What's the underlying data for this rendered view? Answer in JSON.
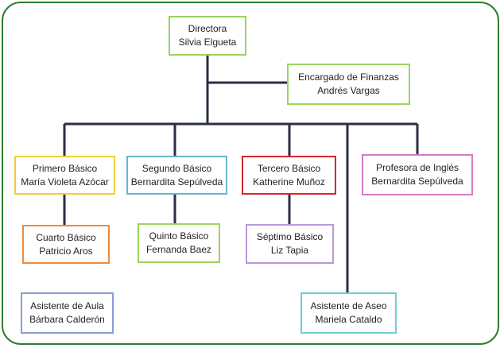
{
  "diagram": {
    "nodes": [
      {
        "id": "directora",
        "role": "Directora",
        "name": "Silvia Elgueta",
        "color": "#9ad45f"
      },
      {
        "id": "finanzas",
        "role": "Encargado de Finanzas",
        "name": "Andrés Vargas",
        "color": "#9ad45f"
      },
      {
        "id": "primero",
        "role": "Primero Básico",
        "name": "María Violeta Azócar",
        "color": "#f2cf3a"
      },
      {
        "id": "segundo",
        "role": "Segundo Básico",
        "name": "Bernardita Sepúlveda",
        "color": "#6bb3d6"
      },
      {
        "id": "tercero",
        "role": "Tercero Básico",
        "name": "Katherine Muñoz",
        "color": "#d9262b"
      },
      {
        "id": "ingles",
        "role": "Profesora de Inglés",
        "name": "Bernardita Sepúlveda",
        "color": "#d67ac2"
      },
      {
        "id": "cuarto",
        "role": "Cuarto Básico",
        "name": "Patricio Aros",
        "color": "#ef8a3a"
      },
      {
        "id": "quinto",
        "role": "Quinto Básico",
        "name": "Fernanda Baez",
        "color": "#9ad45f"
      },
      {
        "id": "septimo",
        "role": "Séptimo Básico",
        "name": "Liz Tapia",
        "color": "#b89ad8"
      },
      {
        "id": "asist_aula",
        "role": "Asistente de Aula",
        "name": "Bárbara Calderón",
        "color": "#8d9ad8"
      },
      {
        "id": "asist_aseo",
        "role": "Asistente de Aseo",
        "name": "Mariela Cataldo",
        "color": "#6fcfd6"
      }
    ],
    "edges": [
      [
        "directora",
        "finanzas"
      ],
      [
        "directora",
        "primero"
      ],
      [
        "directora",
        "segundo"
      ],
      [
        "directora",
        "tercero"
      ],
      [
        "directora",
        "asist_aseo"
      ],
      [
        "directora",
        "ingles"
      ],
      [
        "primero",
        "cuarto"
      ],
      [
        "segundo",
        "quinto"
      ],
      [
        "tercero",
        "septimo"
      ]
    ],
    "line_color": "#2b2f45",
    "frame_color": "#2e7d32"
  }
}
